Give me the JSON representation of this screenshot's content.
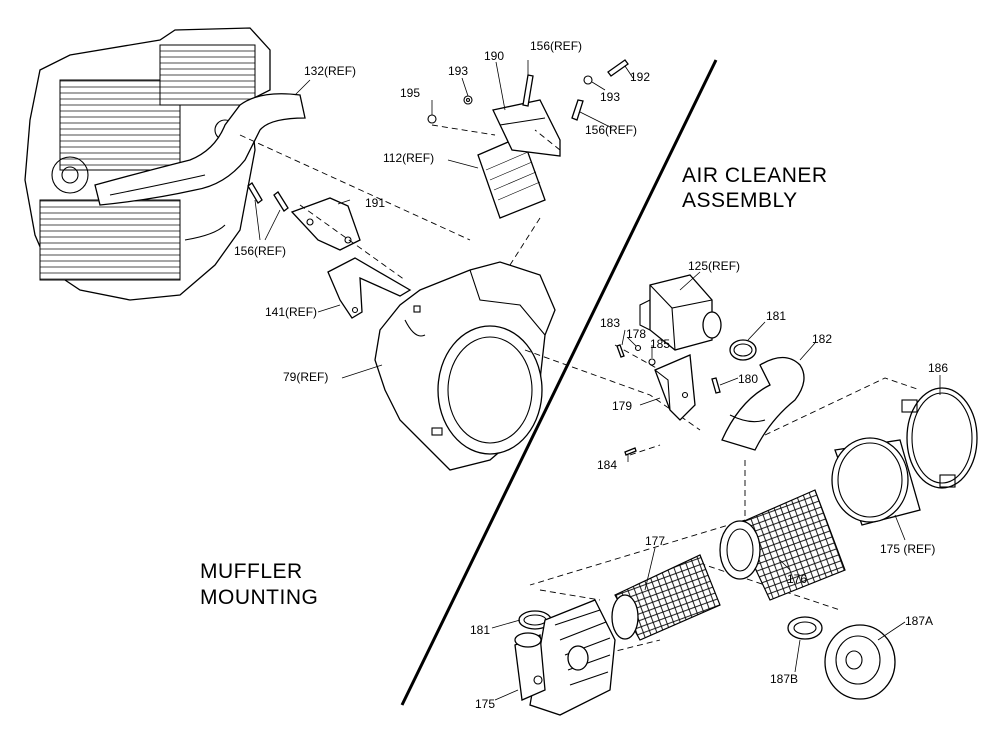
{
  "sections": {
    "air_cleaner_line1": "AIR CLEANER",
    "air_cleaner_line2": "ASSEMBLY",
    "muffler_line1": "MUFFLER",
    "muffler_line2": "MOUNTING"
  },
  "callouts": {
    "p132": "132(REF)",
    "p195": "195",
    "p193a": "193",
    "p190": "190",
    "p156a": "156(REF)",
    "p193b": "193",
    "p192": "192",
    "p156b": "156(REF)",
    "p112": "112(REF)",
    "p191": "191",
    "p156c": "156(REF)",
    "p141": "141(REF)",
    "p79": "79(REF)",
    "p125": "125(REF)",
    "p183": "183",
    "p178": "178",
    "p185": "185",
    "p181a": "181",
    "p182": "182",
    "p180": "180",
    "p179": "179",
    "p184": "184",
    "p186": "186",
    "p175ref": "175 (REF)",
    "p177": "177",
    "p176": "176",
    "p181b": "181",
    "p175": "175",
    "p187a": "187A",
    "p187b": "187B"
  }
}
